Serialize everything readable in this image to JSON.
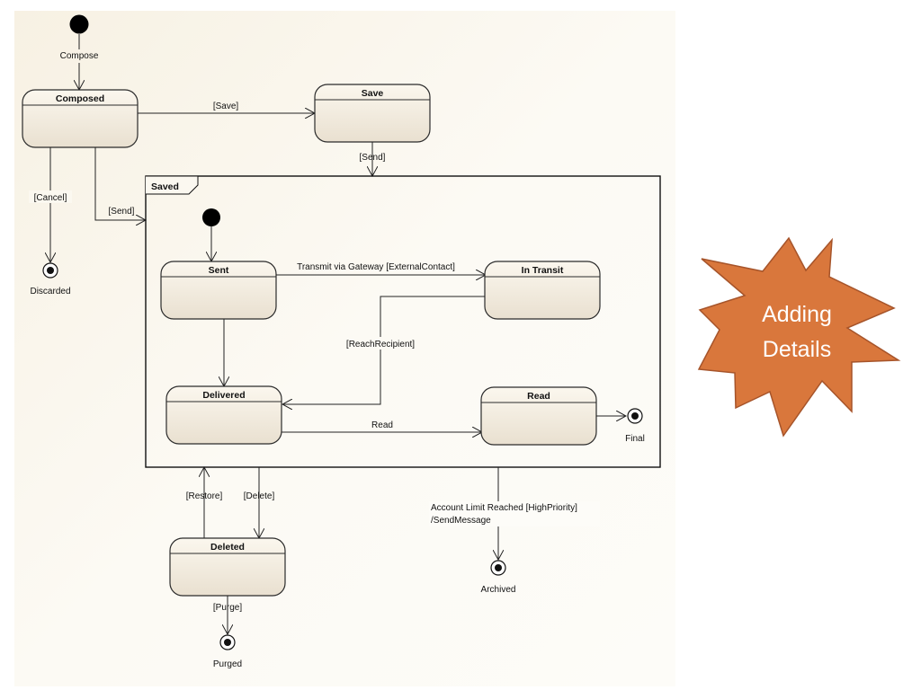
{
  "initial_labels": {
    "compose": "Compose"
  },
  "states": {
    "composed": "Composed",
    "save": "Save",
    "sent": "Sent",
    "in_transit": "In Transit",
    "delivered": "Delivered",
    "read": "Read",
    "deleted": "Deleted"
  },
  "composite": {
    "title": "Saved"
  },
  "final_states": {
    "discarded": "Discarded",
    "final": "Final",
    "archived": "Archived",
    "purged": "Purged"
  },
  "transitions": {
    "save": "[Save]",
    "send_from_save": "[Send]",
    "send_from_composed": "[Send]",
    "cancel": "[Cancel]",
    "transmit": "Transmit via Gateway [ExternalContact]",
    "reach_recipient": "[ReachRecipient]",
    "read": "Read",
    "restore": "[Restore]",
    "delete": "[Delete]",
    "purge": "[Purge]",
    "account_limit_line1": "Account Limit Reached [HighPriority]",
    "account_limit_line2": "/SendMessage"
  },
  "callout": {
    "line1": "Adding",
    "line2": "Details",
    "fill": "#d9773c"
  },
  "colors": {
    "canvas": "#fbf8f0",
    "state_light": "#fbf6ec",
    "state_dark": "#e8dfcf"
  }
}
